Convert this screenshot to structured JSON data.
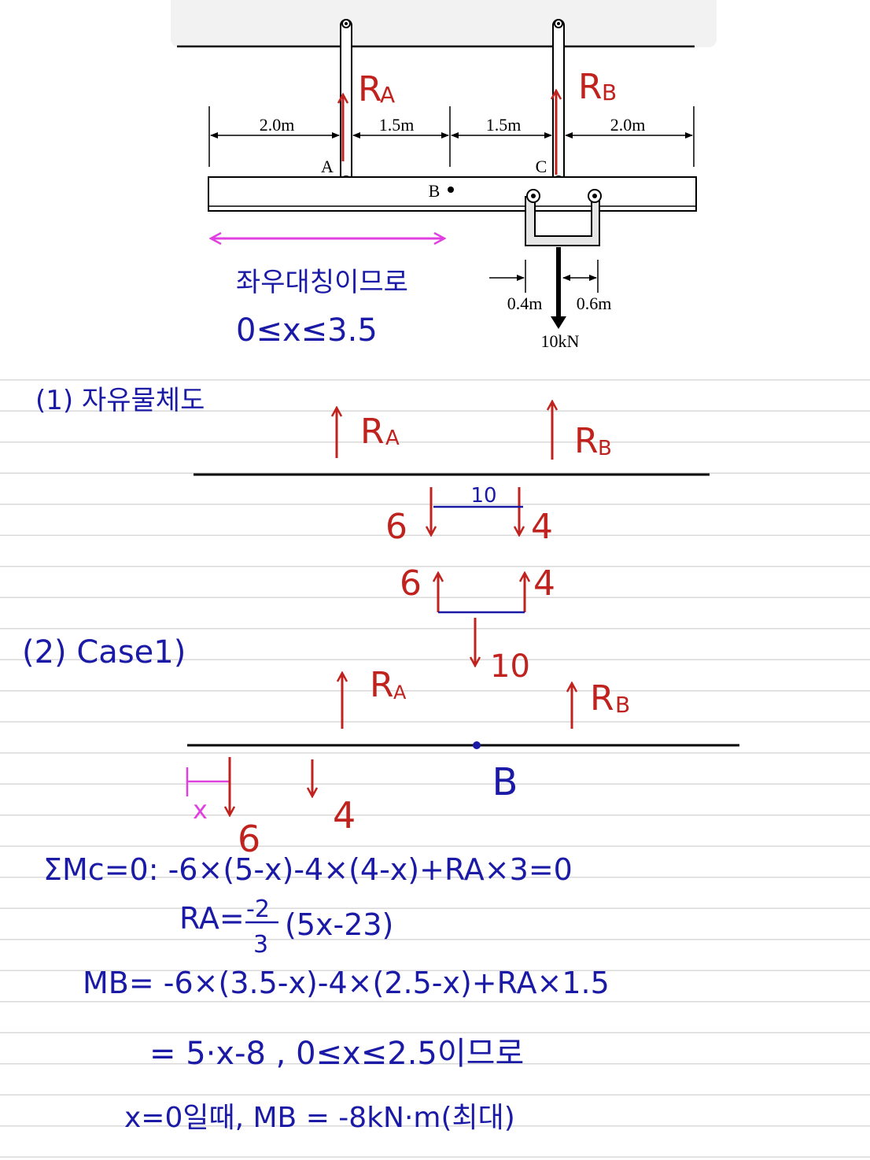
{
  "figure": {
    "dims": [
      "2.0m",
      "1.5m",
      "1.5m",
      "2.0m"
    ],
    "offsets": [
      "0.4m",
      "0.6m"
    ],
    "labels": {
      "A": "A",
      "B": "B",
      "C": "C"
    },
    "load": "10kN"
  },
  "notes": {
    "RA": "R",
    "RA_sub": "A",
    "RB": "R",
    "RB_sub": "B",
    "symmetry_1": "좌우대칭이므로",
    "symmetry_2": "0≤x≤3.5",
    "step1": "(1) 자유물체도",
    "step2": "(2) Case1)",
    "fbd1": {
      "RA": "R",
      "RA_sub": "A",
      "RB": "R",
      "RB_sub": "B",
      "ten": "10",
      "six_down": "6",
      "four_down": "4",
      "six_up": "6",
      "four_up": "4",
      "load": "10"
    },
    "fbd2": {
      "RA": "R",
      "RA_sub": "A",
      "RB": "R",
      "RB_sub": "B",
      "x": "x",
      "six": "6",
      "four": "4",
      "B": "B"
    },
    "eq1": "ΣMc=0: -6×(5-x)-4×(4-x)+RA×3=0",
    "eq2_lhs": "RA=",
    "eq2_num": "-2",
    "eq2_den": "3",
    "eq2_rhs": "(5x-23)",
    "eq3": "MB= -6×(3.5-x)-4×(2.5-x)+RA×1.5",
    "eq4": "= 5·x-8 ,   0≤x≤2.5이므로",
    "eq5": "x=0일때,  MB = -8kN·m(최대)"
  },
  "colors": {
    "blue": "#1a1aa6",
    "red": "#c0221e",
    "magenta": "#e040e0"
  }
}
